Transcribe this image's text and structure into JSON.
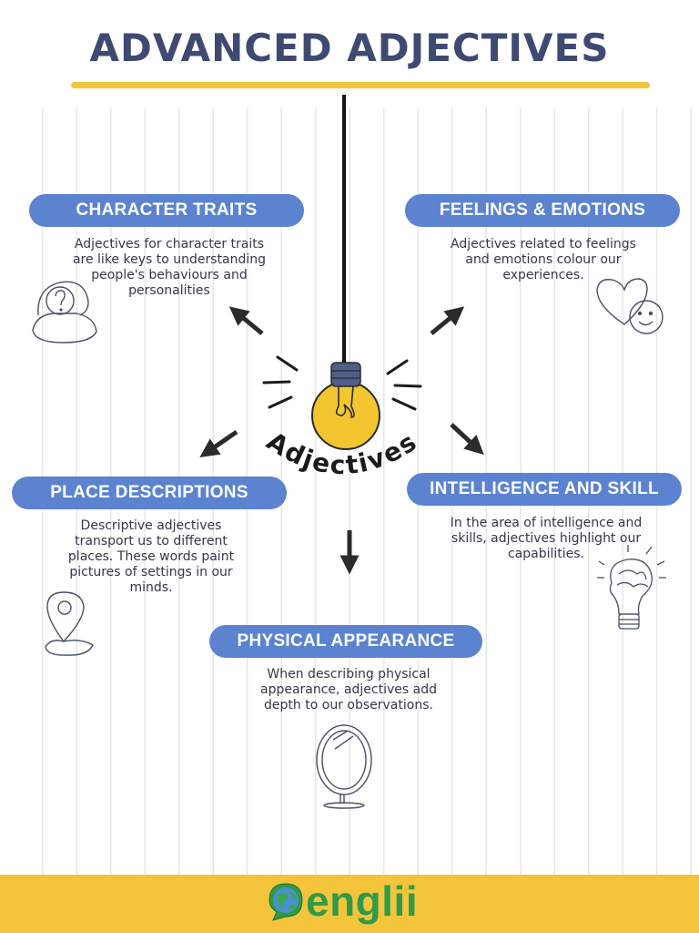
{
  "page": {
    "title": "ADVANCED ADJECTIVES",
    "center_label": "Adjectives",
    "accent_color": "#f4c53a",
    "pill_color": "#5b83d0"
  },
  "sections": {
    "character": {
      "heading": "CHARACTER TRAITS",
      "line1": "Adjectives for character traits",
      "line2": "are like keys to understanding",
      "line3": "people's behaviours and",
      "line4": "personalities",
      "icon": "head-question-icon"
    },
    "feelings": {
      "heading": "FEELINGS & EMOTIONS",
      "line1": "Adjectives related to feelings",
      "line2": "and emotions colour our",
      "line3": "experiences.",
      "icon": "heart-smiley-icon"
    },
    "place": {
      "heading": "PLACE DESCRIPTIONS",
      "line1": "Descriptive adjectives",
      "line2": "transport us to different",
      "line3": "places. These words paint",
      "line4": "pictures of settings in our",
      "line5": "minds.",
      "icon": "location-pin-icon"
    },
    "intelligence": {
      "heading": "INTELLIGENCE AND SKILL",
      "line1": "In the area of intelligence and",
      "line2": "skills, adjectives highlight our",
      "line3": "capabilities.",
      "icon": "brain-bulb-icon"
    },
    "physical": {
      "heading": "PHYSICAL APPEARANCE",
      "line1": "When describing physical",
      "line2": "appearance, adjectives add",
      "line3": "depth to our observations.",
      "icon": "mirror-icon"
    }
  },
  "footer": {
    "brand": "englii",
    "brand_color": "#2f9a4a"
  }
}
